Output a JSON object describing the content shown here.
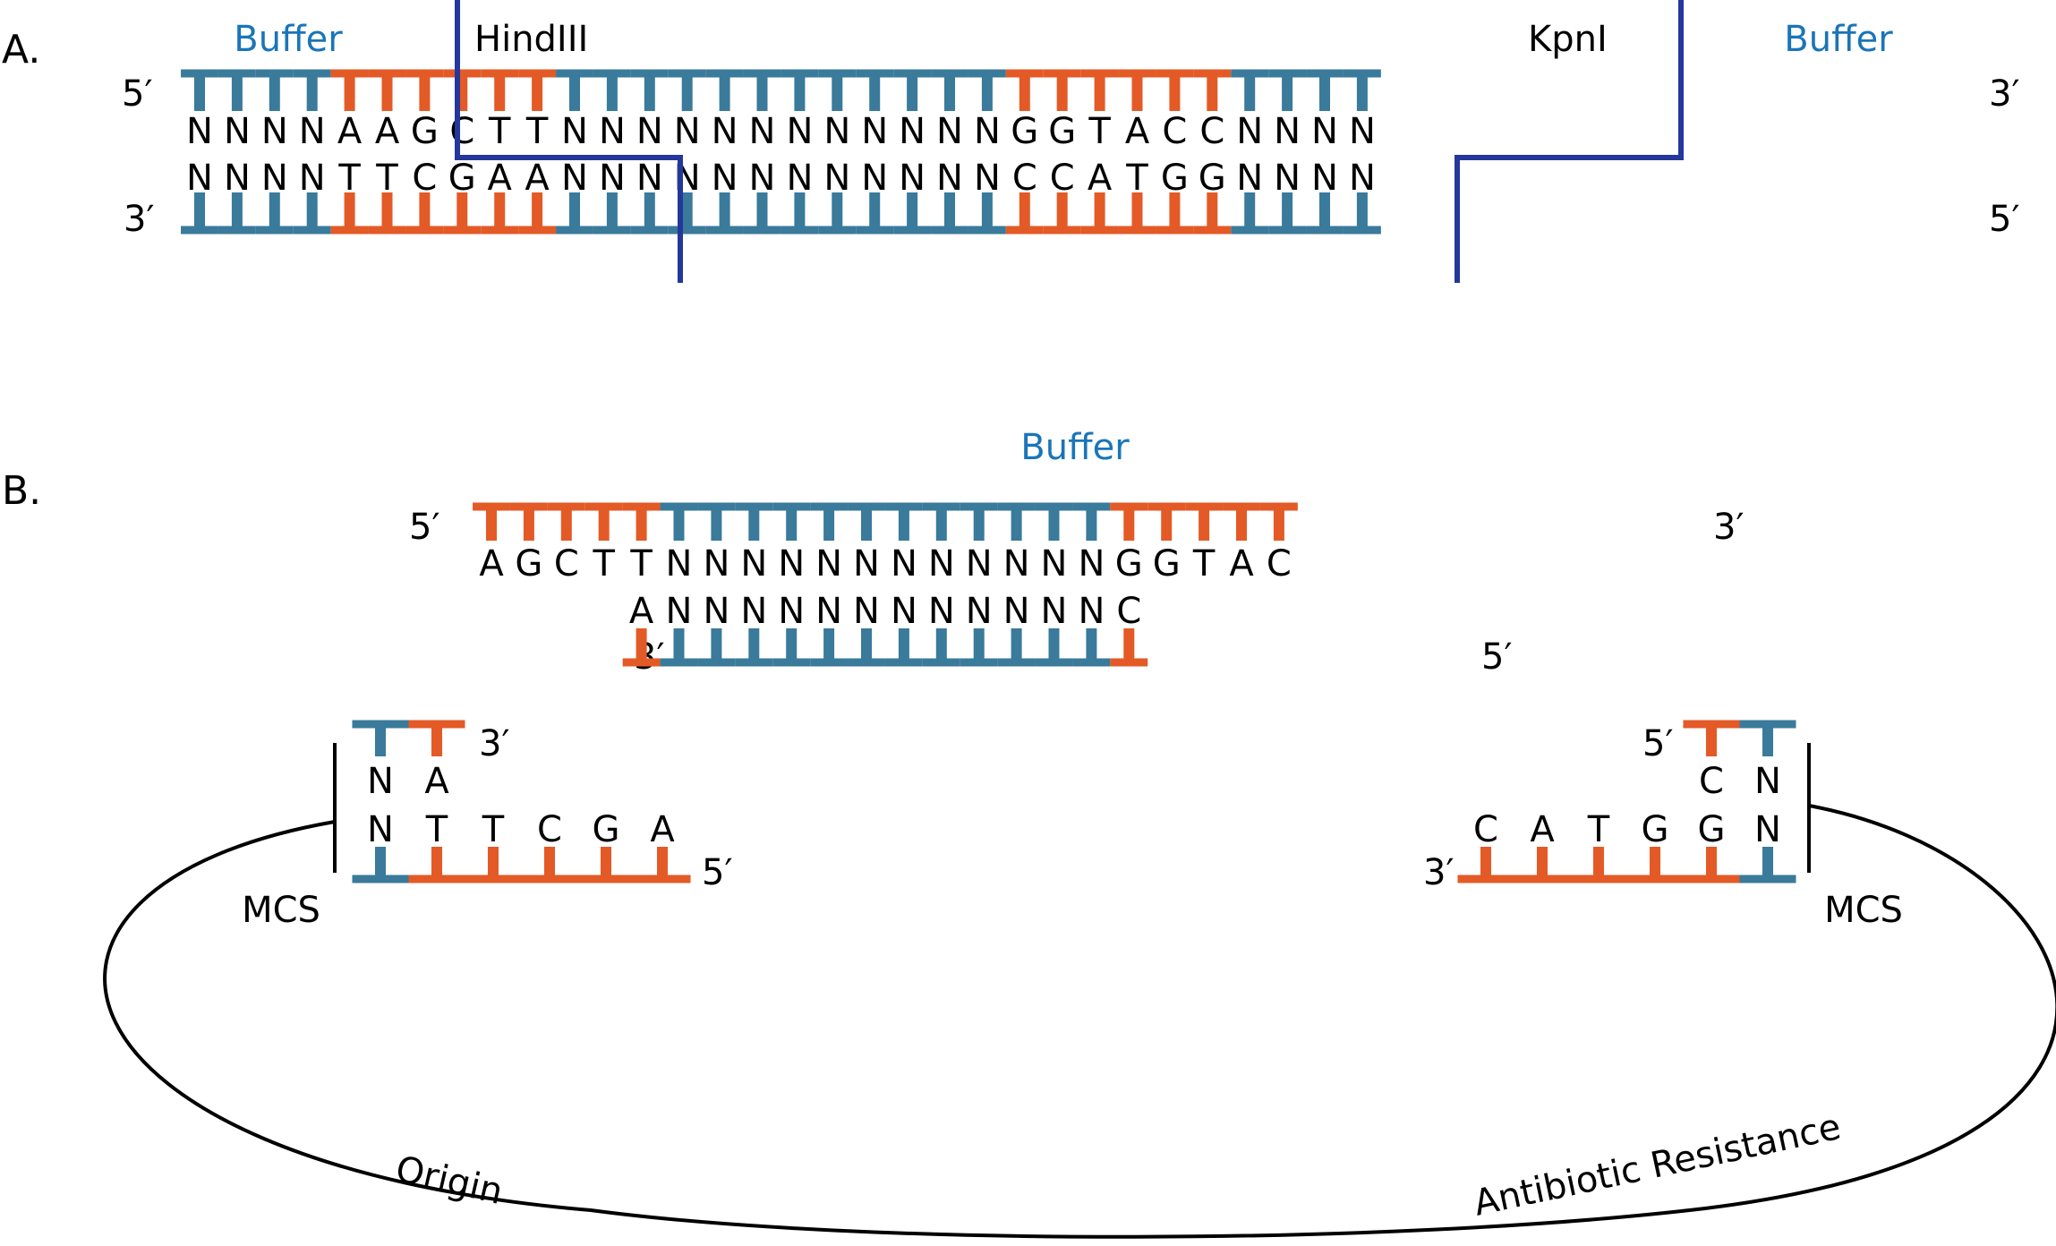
{
  "colors": {
    "buffer": "#3a7a9a",
    "site": "#e35a26",
    "cut_line": "#24379c",
    "buffer_text": "#1a75b8",
    "ink": "#000000"
  },
  "panel_a": {
    "label": "A.",
    "buffer_left": "Buffer",
    "buffer_right": "Buffer",
    "enzyme_left": "HindIII",
    "enzyme_right": "KpnI",
    "top_5": "5′",
    "top_3": "3′",
    "bottom_3": "3′",
    "bottom_5": "5′",
    "top_strand": [
      "N",
      "N",
      "N",
      "N",
      "A",
      "A",
      "G",
      "C",
      "T",
      "T",
      "N",
      "N",
      "N",
      "N",
      "N",
      "N",
      "N",
      "N",
      "N",
      "N",
      "N",
      "N",
      "G",
      "G",
      "T",
      "A",
      "C",
      "C",
      "N",
      "N",
      "N",
      "N"
    ],
    "bottom_strand": [
      "N",
      "N",
      "N",
      "N",
      "T",
      "T",
      "C",
      "G",
      "A",
      "A",
      "N",
      "N",
      "N",
      "N",
      "N",
      "N",
      "N",
      "N",
      "N",
      "N",
      "N",
      "N",
      "C",
      "C",
      "A",
      "T",
      "G",
      "G",
      "N",
      "N",
      "N",
      "N"
    ],
    "segment_colors": [
      "buffer",
      "buffer",
      "buffer",
      "buffer",
      "site",
      "site",
      "site",
      "site",
      "site",
      "site",
      "buffer",
      "buffer",
      "buffer",
      "buffer",
      "buffer",
      "buffer",
      "buffer",
      "buffer",
      "buffer",
      "buffer",
      "buffer",
      "buffer",
      "site",
      "site",
      "site",
      "site",
      "site",
      "site",
      "buffer",
      "buffer",
      "buffer",
      "buffer"
    ]
  },
  "panel_b": {
    "label": "B.",
    "buffer": "Buffer",
    "insert": {
      "top_5": "5′",
      "top_3": "3′",
      "bottom_3": "3′",
      "bottom_5": "5′",
      "top_strand": [
        "A",
        "G",
        "C",
        "T",
        "T",
        "N",
        "N",
        "N",
        "N",
        "N",
        "N",
        "N",
        "N",
        "N",
        "N",
        "N",
        "N",
        "G",
        "G",
        "T",
        "A",
        "C"
      ],
      "top_colors": [
        "site",
        "site",
        "site",
        "site",
        "site",
        "buffer",
        "buffer",
        "buffer",
        "buffer",
        "buffer",
        "buffer",
        "buffer",
        "buffer",
        "buffer",
        "buffer",
        "buffer",
        "buffer",
        "site",
        "site",
        "site",
        "site",
        "site"
      ],
      "bottom_strand": [
        "A",
        "N",
        "N",
        "N",
        "N",
        "N",
        "N",
        "N",
        "N",
        "N",
        "N",
        "N",
        "N",
        "C"
      ],
      "bottom_colors": [
        "site",
        "buffer",
        "buffer",
        "buffer",
        "buffer",
        "buffer",
        "buffer",
        "buffer",
        "buffer",
        "buffer",
        "buffer",
        "buffer",
        "buffer",
        "site"
      ]
    },
    "vector_left": {
      "top_3": "3′",
      "bottom_5": "5′",
      "top_strand": [
        "N",
        "A"
      ],
      "top_colors": [
        "buffer",
        "site"
      ],
      "bottom_strand": [
        "N",
        "T",
        "T",
        "C",
        "G",
        "A"
      ],
      "bottom_colors": [
        "buffer",
        "site",
        "site",
        "site",
        "site",
        "site"
      ],
      "mcs": "MCS"
    },
    "vector_right": {
      "top_5": "5′",
      "bottom_3": "3′",
      "top_strand": [
        "C",
        "N"
      ],
      "top_colors": [
        "site",
        "buffer"
      ],
      "bottom_strand": [
        "C",
        "A",
        "T",
        "G",
        "G",
        "N"
      ],
      "bottom_colors": [
        "site",
        "site",
        "site",
        "site",
        "site",
        "buffer"
      ],
      "mcs": "MCS"
    },
    "plasmid": {
      "origin": "Origin",
      "resistance": "Antibiotic Resistance"
    }
  }
}
